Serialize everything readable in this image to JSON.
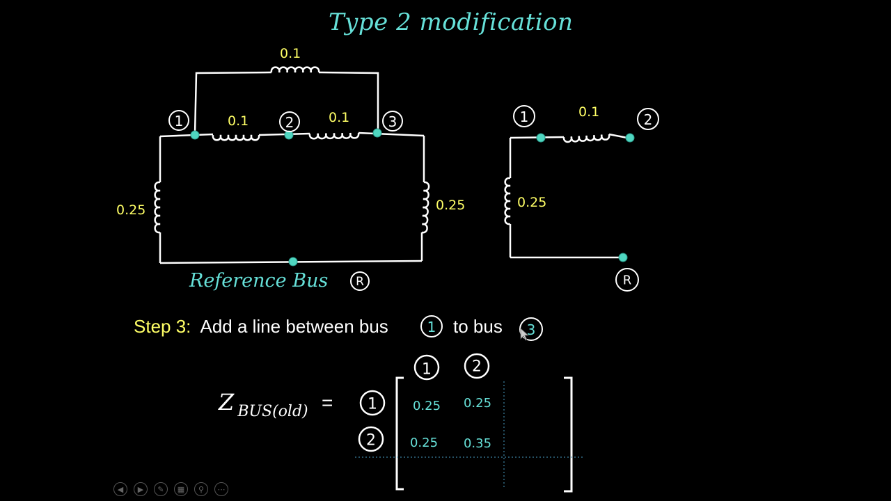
{
  "title": "Type 2 modification",
  "left_circuit": {
    "top_inductance": "0.1",
    "mid_left_inductance": "0.1",
    "mid_right_inductance": "0.1",
    "left_inductance": "0.25",
    "right_inductance": "0.25",
    "bus1": "1",
    "bus2": "2",
    "bus3": "3",
    "ref_label": "Reference Bus",
    "ref_symbol": "R"
  },
  "right_circuit": {
    "top_inductance": "0.1",
    "left_inductance": "0.25",
    "bus1": "1",
    "bus2": "2",
    "ref_symbol": "R"
  },
  "step": {
    "label": "Step 3:",
    "text_before": "Add a line between bus",
    "bus_from": "1",
    "text_mid": "to bus",
    "bus_to": "3"
  },
  "matrix": {
    "lhs_main": "Z",
    "lhs_sub": "BUS(old)",
    "equals": "=",
    "col_headers": [
      "1",
      "2"
    ],
    "row_headers": [
      "1",
      "2"
    ],
    "rows": [
      [
        "0.25",
        "0.25"
      ],
      [
        "0.25",
        "0.35"
      ]
    ]
  },
  "toolbar": {
    "icons": [
      "prev-icon",
      "next-icon",
      "pen-icon",
      "slides-icon",
      "zoom-icon",
      "more-icon"
    ]
  },
  "colors": {
    "wire": "#ffffff",
    "node": "#4fd6c0",
    "value_label": "#ffff66",
    "accent": "#66e0d8"
  }
}
